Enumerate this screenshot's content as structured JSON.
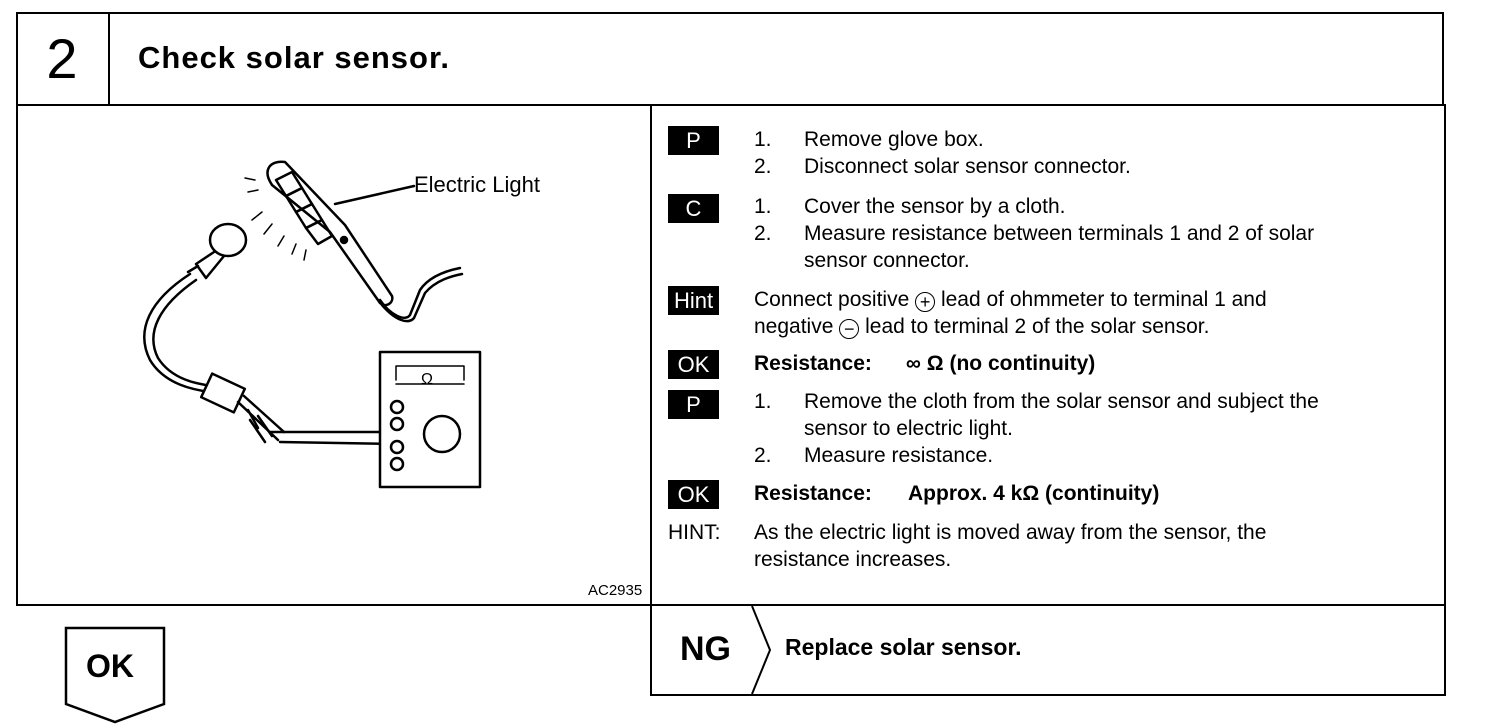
{
  "step": {
    "number": "2",
    "title": "Check solar sensor."
  },
  "figure": {
    "callout": "Electric Light",
    "meter_symbol": "Ω",
    "code": "AC2935"
  },
  "instructions": {
    "p1": {
      "tag": "P",
      "items": [
        {
          "num": "1.",
          "text": "Remove glove box."
        },
        {
          "num": "2.",
          "text": "Disconnect solar sensor connector."
        }
      ]
    },
    "c1": {
      "tag": "C",
      "items": [
        {
          "num": "1.",
          "text": "Cover the sensor by a cloth."
        },
        {
          "num": "2.",
          "text": "Measure resistance between terminals 1 and 2 of solar",
          "cont": "sensor connector."
        }
      ]
    },
    "hint1": {
      "tag": "Hint",
      "line1a": "Connect positive",
      "plus": "+",
      "line1b": "lead of ohmmeter to terminal 1 and",
      "line2a": "negative",
      "minus": "−",
      "line2b": "lead to terminal 2 of the solar sensor."
    },
    "ok1": {
      "tag": "OK",
      "label": "Resistance:",
      "value": "∞ Ω (no continuity)"
    },
    "p2": {
      "tag": "P",
      "items": [
        {
          "num": "1.",
          "text": "Remove the cloth from the solar sensor and subject the",
          "cont": "sensor to electric light."
        },
        {
          "num": "2.",
          "text": "Measure resistance."
        }
      ]
    },
    "ok2": {
      "tag": "OK",
      "label": "Resistance:",
      "value": "Approx. 4 kΩ (continuity)"
    },
    "hint2": {
      "label": "HINT:",
      "line1": "As the electric  light is moved away from the sensor, the",
      "line2": "resistance increases."
    }
  },
  "result": {
    "ng_label": "NG",
    "ng_action": "Replace solar sensor.",
    "ok_label": "OK"
  }
}
